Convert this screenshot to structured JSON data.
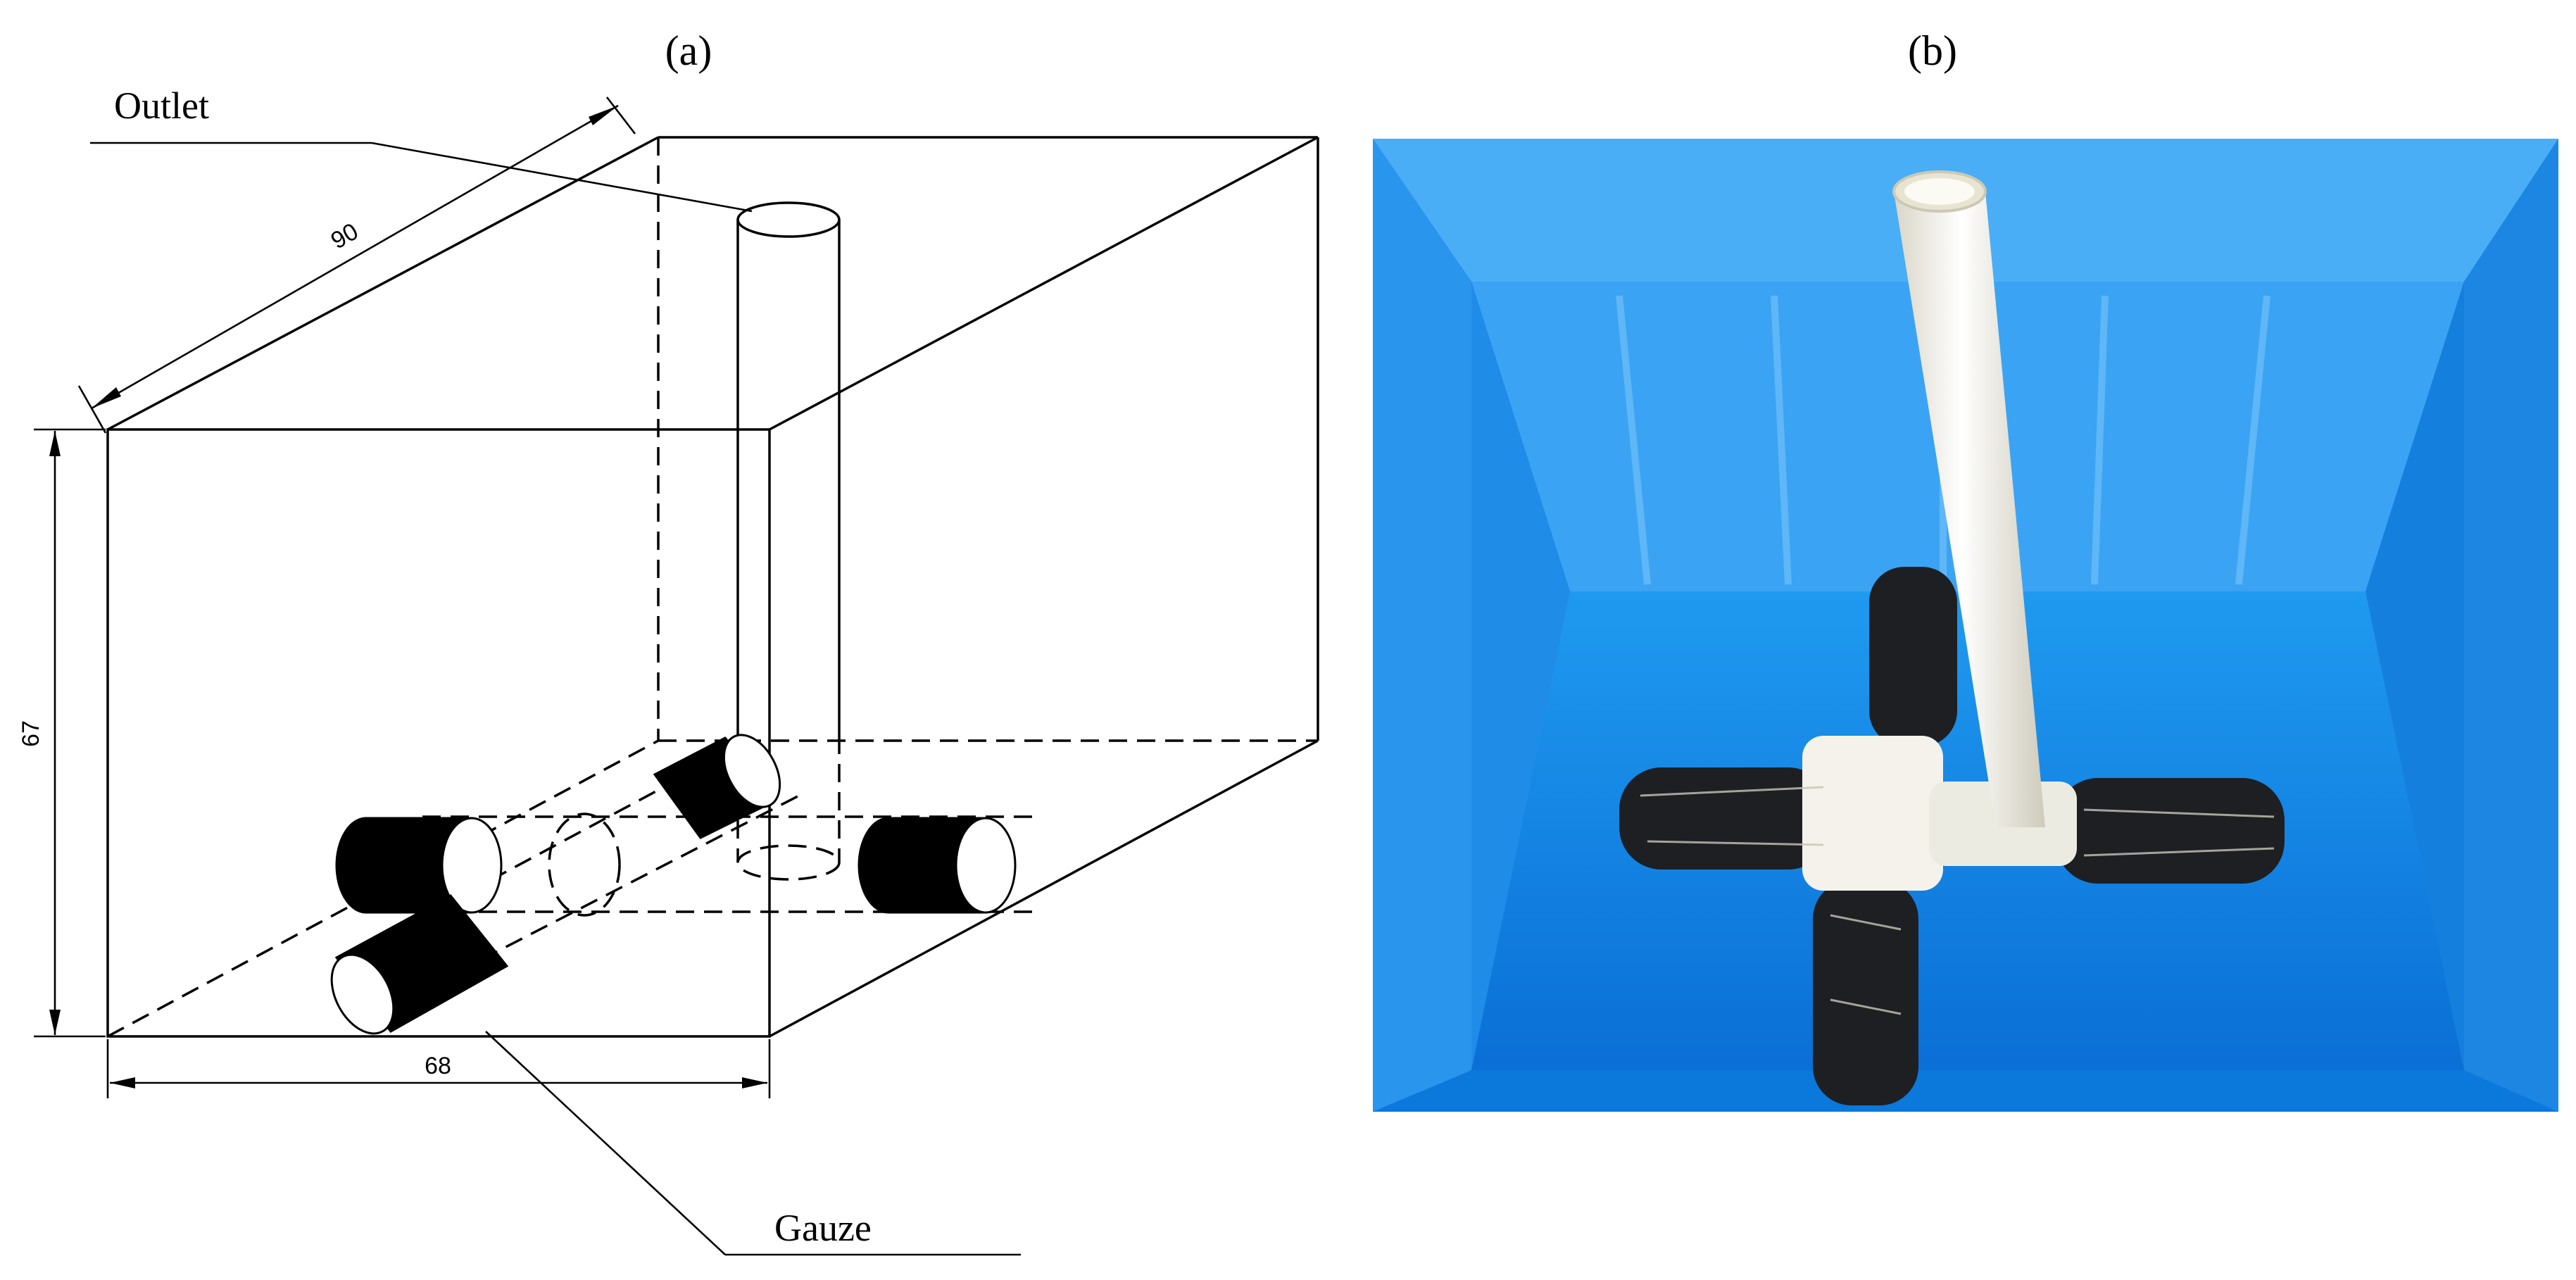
{
  "figure": {
    "panel_a_label": "(a)",
    "panel_b_label": "(b)"
  },
  "drawing": {
    "outlet_label": "Outlet",
    "gauze_label": "Gauze",
    "dim_depth": "90",
    "dim_height": "67",
    "dim_width": "68"
  },
  "photo": {
    "tank_color": "#1a8fe6",
    "pipe_color": "#f2f0e6",
    "gauze_color": "#1d1f22"
  }
}
